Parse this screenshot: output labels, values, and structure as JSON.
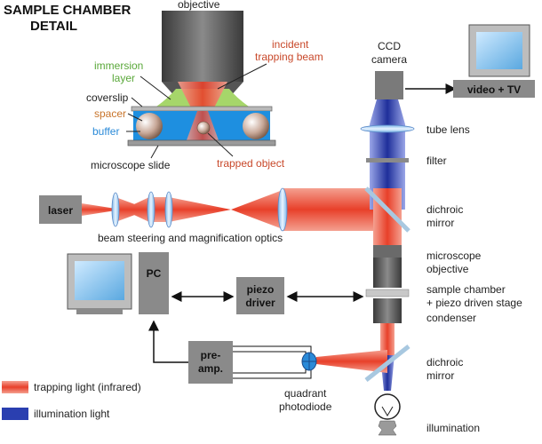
{
  "title": [
    "SAMPLE CHAMBER",
    "DETAIL"
  ],
  "detail": {
    "objective": "objective",
    "incident_beam": [
      "incident",
      "trapping beam"
    ],
    "immersion_layer": [
      "immersion",
      "layer"
    ],
    "coverslip": "coverslip",
    "spacer": "spacer",
    "buffer": "buffer",
    "microscope_slide": "microscope slide",
    "trapped_object": "trapped object"
  },
  "components": {
    "ccd_camera": [
      "CCD",
      "camera"
    ],
    "video_tv": "video + TV",
    "tube_lens": "tube lens",
    "filter": "filter",
    "dichroic_mirror_top": [
      "dichroic",
      "mirror"
    ],
    "laser": "laser",
    "beam_optics": "beam steering and magnification optics",
    "pc": "PC",
    "piezo_driver": [
      "piezo",
      "driver"
    ],
    "microscope_objective": [
      "microscope",
      "objective"
    ],
    "sample_chamber": [
      "sample chamber",
      "+ piezo driven stage"
    ],
    "condenser": "condenser",
    "preamp": [
      "pre-",
      "amp."
    ],
    "dichroic_mirror_bottom": [
      "dichroic",
      "mirror"
    ],
    "quadrant_photodiode": [
      "quadrant",
      "photodiode"
    ],
    "illumination": "illumination"
  },
  "legend": {
    "trapping": "trapping light (infrared)",
    "illumination": "illumination light"
  },
  "colors": {
    "trapping_red": "#e8402a",
    "illumination_blue": "#2a3fb0",
    "box_gray": "#8a8a8a",
    "buffer_blue": "#1e8fe0",
    "immersion_green": "#a6d66a",
    "label_red": "#c8482a",
    "label_green": "#5aa83a",
    "label_blue": "#2a8ad8",
    "label_orange": "#c8742a"
  }
}
